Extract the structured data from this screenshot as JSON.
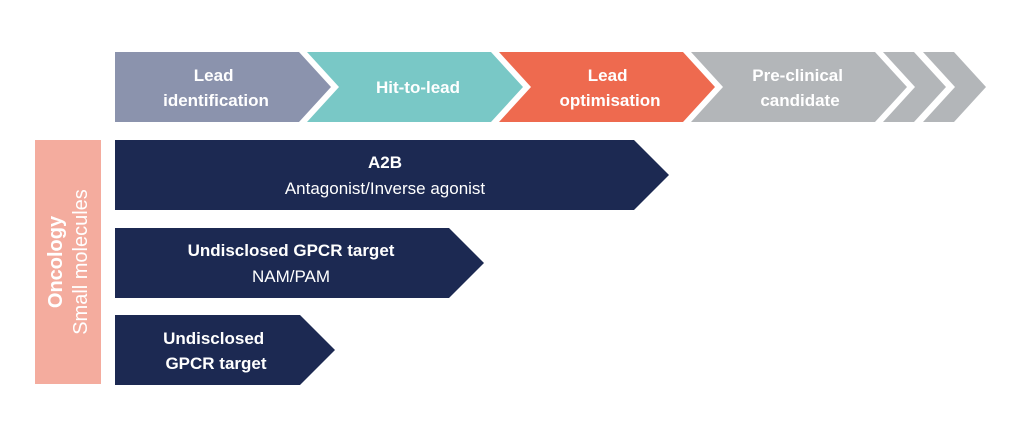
{
  "stages": [
    {
      "lines": [
        "Lead",
        "identification"
      ],
      "color": "#8b93ad"
    },
    {
      "lines": [
        "Hit-to-lead"
      ],
      "color": "#79c8c6"
    },
    {
      "lines": [
        "Lead",
        "optimisation"
      ],
      "color": "#ee6a4f"
    },
    {
      "lines": [
        "Pre-clinical",
        "candidate"
      ],
      "color": "#b3b6b9"
    }
  ],
  "therapy_area": {
    "title": "Oncology",
    "subtitle": "Small molecules",
    "color": "#f4ac9e"
  },
  "programs": [
    {
      "title_lines": [
        "A2B"
      ],
      "subtitle": "Antagonist/Inverse agonist",
      "reaches_stage": "Lead optimisation"
    },
    {
      "title_lines": [
        "Undisclosed GPCR target"
      ],
      "subtitle": "NAM/PAM",
      "reaches_stage": "Hit-to-lead"
    },
    {
      "title_lines": [
        "Undisclosed",
        "GPCR target"
      ],
      "subtitle": "",
      "reaches_stage": "Lead identification"
    }
  ],
  "colors": {
    "program_bar": "#1c2952",
    "text": "#ffffff"
  }
}
